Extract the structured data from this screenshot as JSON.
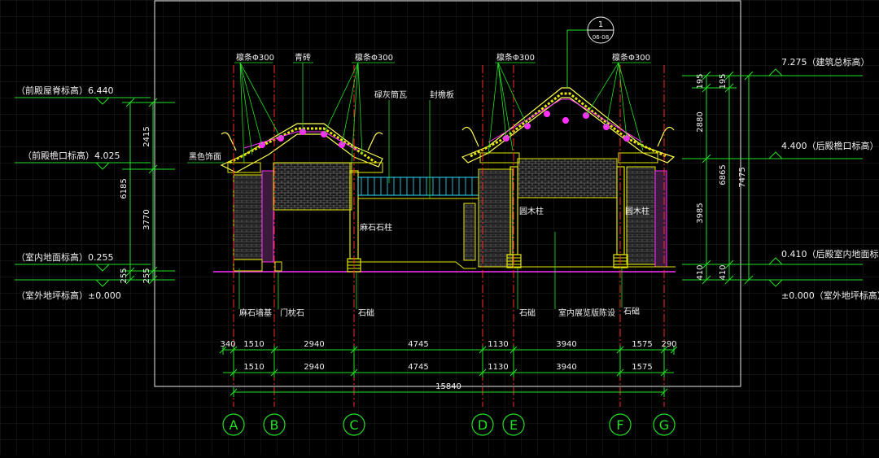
{
  "colors": {
    "background": "#000000",
    "grid": "#1f1f1f",
    "frame": "#e8e8e8",
    "dim": "#22e022",
    "axis": "#ff2a2a",
    "structure": "#e6e600",
    "roof": "#ffff55",
    "accent": "#ff30ff",
    "text": "#f0f0f0",
    "wall": "#9a9a9a",
    "mark_cyan": "#30e0ff"
  },
  "detail_marker": {
    "number": "1",
    "ref": "06-08"
  },
  "elevations_left": [
    {
      "id": "front_ridge",
      "label": "（前殿屋脊标高）",
      "value": "6.440"
    },
    {
      "id": "front_eave",
      "label": "（前殿檐口标高）",
      "value": "4.025"
    },
    {
      "id": "indoor_floor",
      "label": "（室内地面标高）",
      "value": "0.255"
    },
    {
      "id": "outdoor",
      "label": "（室外地坪标高）",
      "value": "±0.000"
    }
  ],
  "elevations_right": [
    {
      "id": "total",
      "label": "（建筑总标高）",
      "value": "7.275"
    },
    {
      "id": "rear_eave",
      "label": "（后殿檐口标高）",
      "value": "4.400"
    },
    {
      "id": "rear_floor",
      "label": "（后殿室内地面标高）",
      "value": "0.410"
    },
    {
      "id": "outdoor_r",
      "label": "（室外地坪标高）",
      "value": "±0.000"
    }
  ],
  "dims_left_inner": [
    "2415",
    "3770",
    "255"
  ],
  "dims_left_outer": [
    "6185",
    "255"
  ],
  "dims_right_inner": [
    "195",
    "2880",
    "3985",
    "410"
  ],
  "dims_right_mid": [
    "195",
    "6865",
    "410"
  ],
  "dims_right_outer": [
    "7475"
  ],
  "dims_bottom_row1": [
    "340",
    "1510",
    "2940",
    "4745",
    "1130",
    "3940",
    "1575",
    "290"
  ],
  "dims_bottom_row2": [
    "1510",
    "2940",
    "4745",
    "1130",
    "3940",
    "1575"
  ],
  "dim_total": "15840",
  "axis_labels": [
    "A",
    "B",
    "C",
    "D",
    "E",
    "F",
    "G"
  ],
  "annotations_top": {
    "purlin_1": "檩条Φ300",
    "tile_1": "青砖",
    "purlin_2": "檩条Φ300",
    "purlin_3": "檩条Φ300",
    "purlin_4": "檩条Φ300",
    "lime_tile": "碌灰筒瓦",
    "eave_board": "封檐板",
    "black_decor": "黑色饰面"
  },
  "annotations_mid": {
    "granite_col": "麻石石柱",
    "round_col_1": "圆木柱",
    "round_col_2": "圆木柱"
  },
  "annotations_bottom": {
    "granite_base": "麻石墙基",
    "door_stone": "门枕石",
    "plinth_1": "石础",
    "plinth_2": "石础",
    "exhibit": "室内展览版陈设",
    "plinth_3": "石础"
  }
}
